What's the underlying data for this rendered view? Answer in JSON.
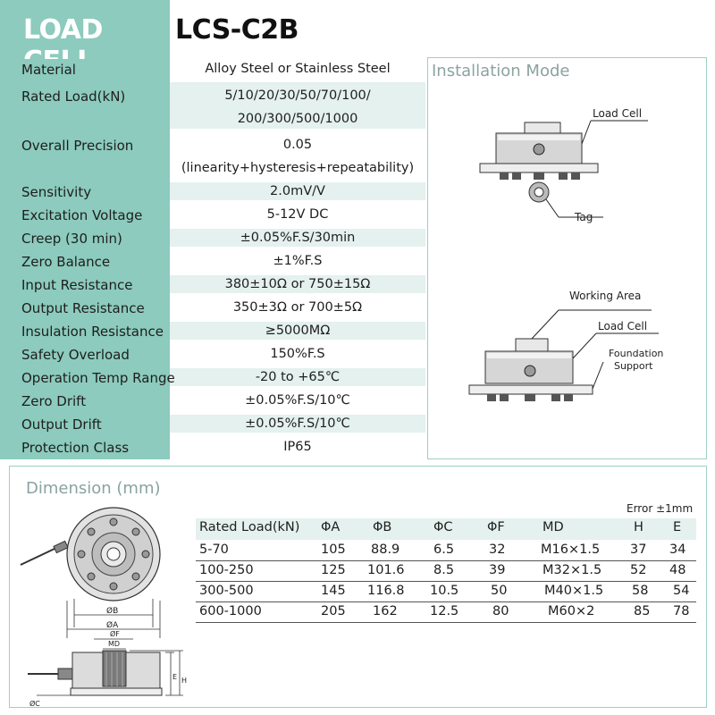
{
  "header": {
    "brand": "LOAD CELL",
    "model": "LCS-C2B"
  },
  "specs": [
    {
      "label": "Material",
      "value": "Alloy Steel or Stainless Steel"
    },
    {
      "label": "Rated Load(kN)",
      "value": "5/10/20/30/50/70/100/",
      "value2": "200/300/500/1000"
    },
    {
      "label": "Overall Precision",
      "value": "0.05",
      "value2": "(linearity+hysteresis+repeatability)"
    },
    {
      "label": "Sensitivity",
      "value": "2.0mV/V"
    },
    {
      "label": "Excitation Voltage",
      "value": "5-12V DC"
    },
    {
      "label": "Creep (30 min)",
      "value": "±0.05%F.S/30min"
    },
    {
      "label": "Zero Balance",
      "value": "±1%F.S"
    },
    {
      "label": "Input Resistance",
      "value": "380±10Ω or 750±15Ω"
    },
    {
      "label": "Output Resistance",
      "value": "350±3Ω or 700±5Ω"
    },
    {
      "label": "Insulation Resistance",
      "value": "≥5000MΩ"
    },
    {
      "label": "Safety Overload",
      "value": "150%F.S"
    },
    {
      "label": "Operation Temp Range",
      "value": "-20 to +65℃"
    },
    {
      "label": "Zero Drift",
      "value": "±0.05%F.S/10℃"
    },
    {
      "label": "Output Drift",
      "value": "±0.05%F.S/10℃"
    },
    {
      "label": "Protection Class",
      "value": "IP65"
    }
  ],
  "installation": {
    "title": "Installation Mode",
    "top_labels": {
      "load_cell": "Load Cell",
      "tag": "Tag"
    },
    "bottom_labels": {
      "working_area": "Working Area",
      "load_cell": "Load Cell",
      "foundation": "Foundation",
      "support": "Support"
    }
  },
  "dimension": {
    "title": "Dimension (mm)",
    "error_note": "Error ±1mm",
    "drawing_labels": {
      "phi_b": "ØB",
      "phi_a": "ØA",
      "phi_f": "ØF",
      "md": "MD",
      "phi_c": "ØC",
      "e": "E",
      "h": "H"
    },
    "columns": [
      "Rated Load(kN)",
      "ΦA",
      "ΦB",
      "ΦC",
      "ΦF",
      "MD",
      "H",
      "E"
    ],
    "rows": [
      [
        "5-70",
        "105",
        "88.9",
        "6.5",
        "32",
        "M16×1.5",
        "37",
        "34"
      ],
      [
        "100-250",
        "125",
        "101.6",
        "8.5",
        "39",
        "M32×1.5",
        "52",
        "48"
      ],
      [
        "300-500",
        "145",
        "116.8",
        "10.5",
        "50",
        "M40×1.5",
        "58",
        "54"
      ],
      [
        "600-1000",
        "205",
        "162",
        "12.5",
        "80",
        "M60×2",
        "85",
        "78"
      ]
    ]
  },
  "colors": {
    "brand_teal": "#8ccbbd",
    "stripe": "#e4f1ee",
    "panel_border": "#9dd0c4",
    "title_grey": "#8aa3a0"
  }
}
